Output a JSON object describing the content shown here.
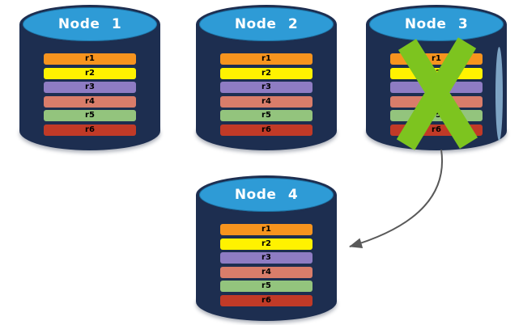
{
  "diagram": {
    "description": "Four database node cylinders holding ranges r1-r6; Node 3 is failed (green X) and its data is re-replicated to Node 4 (gray curved arrow).",
    "nodes": [
      {
        "id": "node-1",
        "label": "Node 1",
        "failed": false,
        "ranges": [
          {
            "label": "r1",
            "color": "#F7941E"
          },
          {
            "label": "r2",
            "color": "#FFF200"
          },
          {
            "label": "r3",
            "color": "#8E7CC3"
          },
          {
            "label": "r4",
            "color": "#D97D6A"
          },
          {
            "label": "r5",
            "color": "#93C47D"
          },
          {
            "label": "r6",
            "color": "#C13A27"
          }
        ]
      },
      {
        "id": "node-2",
        "label": "Node 2",
        "failed": false,
        "ranges": [
          {
            "label": "r1",
            "color": "#F7941E"
          },
          {
            "label": "r2",
            "color": "#FFF200"
          },
          {
            "label": "r3",
            "color": "#8E7CC3"
          },
          {
            "label": "r4",
            "color": "#D97D6A"
          },
          {
            "label": "r5",
            "color": "#93C47D"
          },
          {
            "label": "r6",
            "color": "#C13A27"
          }
        ]
      },
      {
        "id": "node-3",
        "label": "Node 3",
        "failed": true,
        "ranges": [
          {
            "label": "r1",
            "color": "#F7941E"
          },
          {
            "label": "r2",
            "color": "#FFF200"
          },
          {
            "label": "r3",
            "color": "#8E7CC3"
          },
          {
            "label": "r4",
            "color": "#D97D6A"
          },
          {
            "label": "r5",
            "color": "#93C47D"
          },
          {
            "label": "r6",
            "color": "#C13A27"
          }
        ]
      },
      {
        "id": "node-4",
        "label": "Node 4",
        "failed": false,
        "ranges": [
          {
            "label": "r1",
            "color": "#F7941E"
          },
          {
            "label": "r2",
            "color": "#FFF200"
          },
          {
            "label": "r3",
            "color": "#8E7CC3"
          },
          {
            "label": "r4",
            "color": "#D97D6A"
          },
          {
            "label": "r5",
            "color": "#93C47D"
          },
          {
            "label": "r6",
            "color": "#C13A27"
          }
        ]
      }
    ],
    "failure_marker": {
      "node": "node-3",
      "symbol": "X",
      "color": "#7DC41F"
    },
    "arrow": {
      "from": "node-3",
      "to": "node-4",
      "color": "#595959"
    },
    "cylinder_colors": {
      "body": "#1D2E50",
      "top": "#2E9BD6",
      "title_text": "#FFFFFF",
      "range_text": "#000000"
    }
  }
}
